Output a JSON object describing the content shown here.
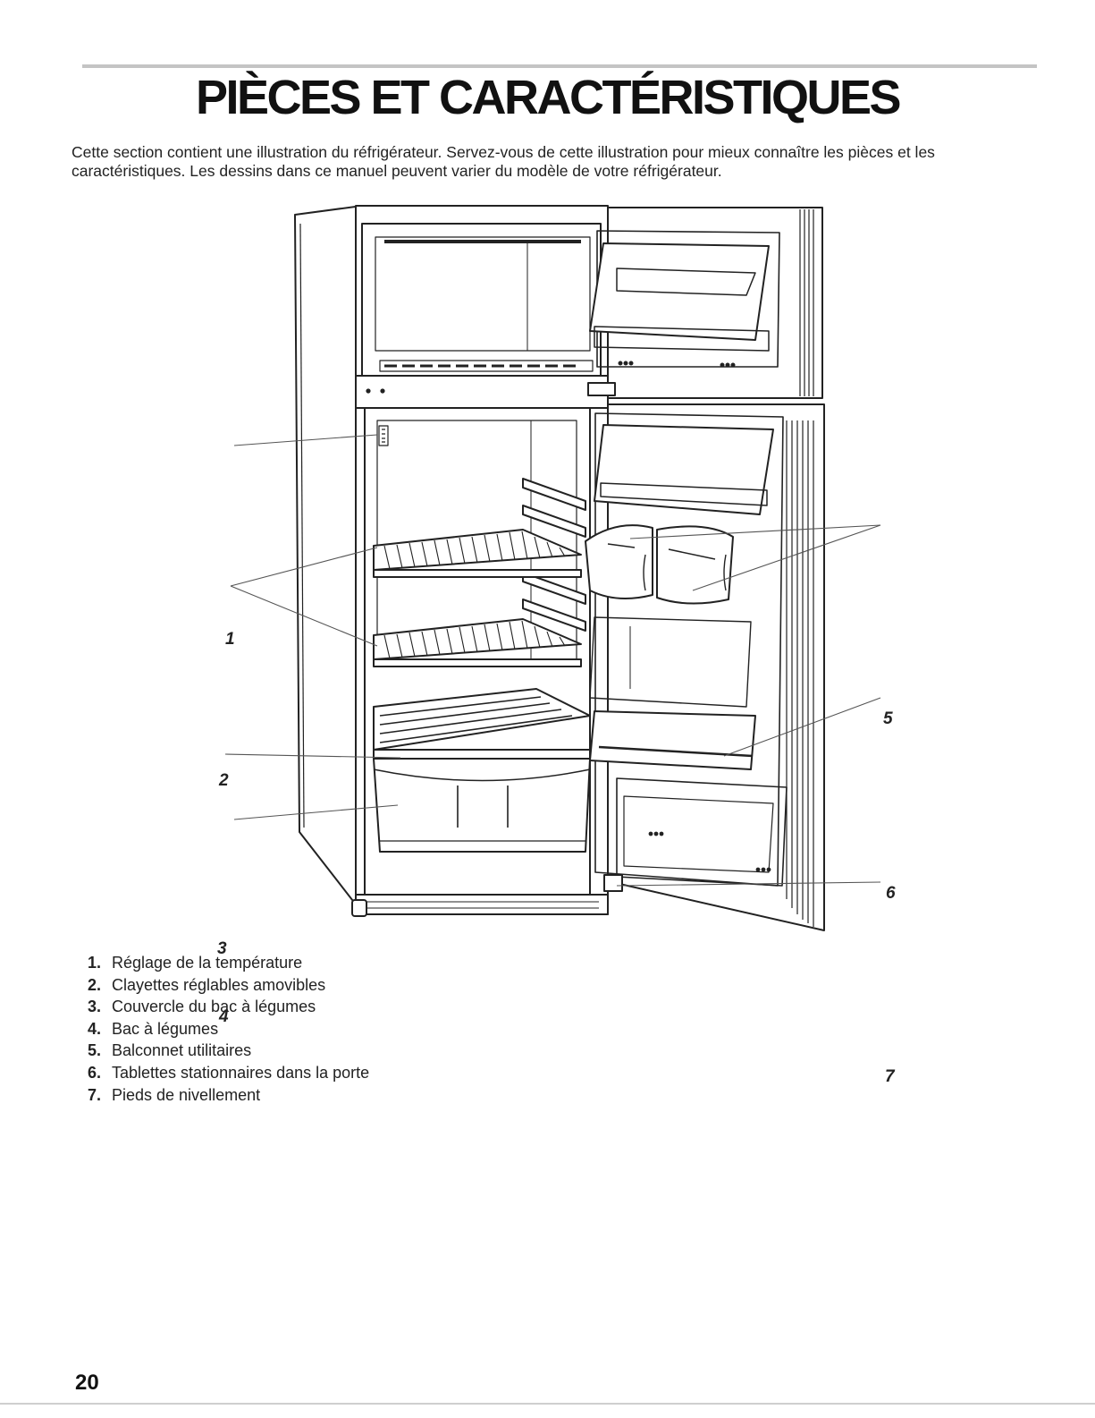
{
  "page": {
    "title": "PIÈCES ET CARACTÉRISTIQUES",
    "intro": "Cette section contient une illustration du réfrigérateur. Servez-vous de cette illustration pour mieux connaître les pièces et les caractéristiques. Les dessins dans ce manuel peuvent varier du modèle de votre réfrigérateur.",
    "page_number": "20"
  },
  "figure": {
    "callouts": [
      "1",
      "2",
      "3",
      "4",
      "5",
      "6",
      "7"
    ]
  },
  "parts": [
    {
      "num": "1.",
      "label": "Réglage de la température"
    },
    {
      "num": "2.",
      "label": "Clayettes réglables amovibles"
    },
    {
      "num": "3.",
      "label": "Couvercle du bac à légumes"
    },
    {
      "num": "4.",
      "label": "Bac à légumes"
    },
    {
      "num": "5.",
      "label": "Balconnet utilitaires"
    },
    {
      "num": "6.",
      "label": "Tablettes stationnaires dans la porte"
    },
    {
      "num": "7.",
      "label": "Pieds de nivellement"
    }
  ]
}
